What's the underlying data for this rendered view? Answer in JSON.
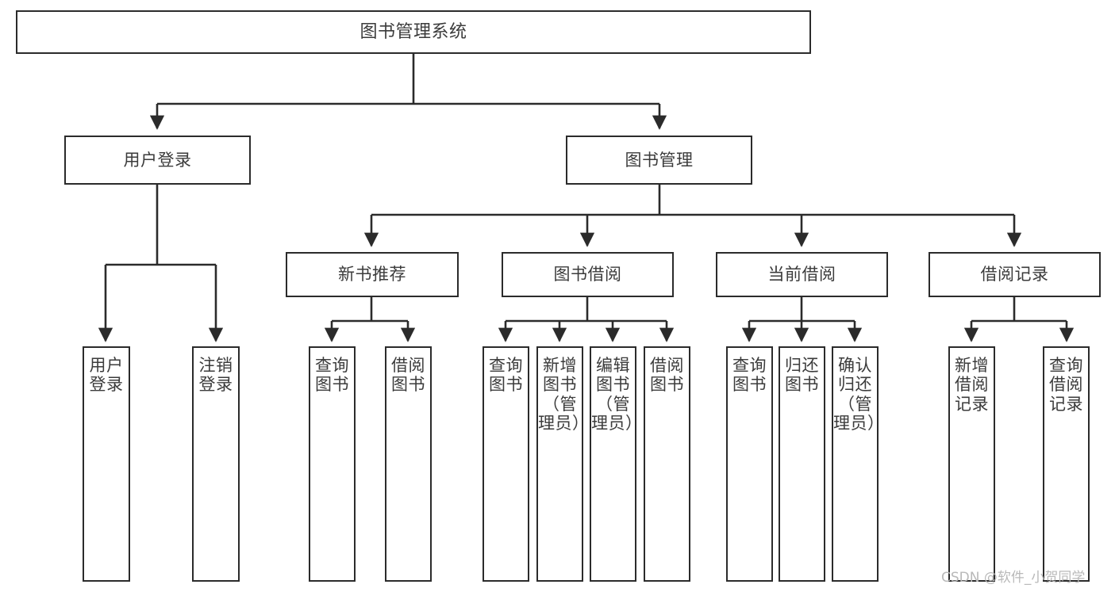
{
  "diagram": {
    "type": "tree-hierarchy",
    "title": "图书管理系统",
    "orientation": "top-down",
    "colors": {
      "background": "#ffffff",
      "node_border": "#2b2b2b",
      "node_fill": "#ffffff",
      "text": "#3b3b3b",
      "edge": "#2b2b2b",
      "watermark": "#b9b9b9"
    }
  },
  "root": {
    "label": "图书管理系统"
  },
  "tier1": [
    {
      "label": "用户登录"
    },
    {
      "label": "图书管理"
    }
  ],
  "tier2": [
    {
      "label": "新书推荐"
    },
    {
      "label": "图书借阅"
    },
    {
      "label": "当前借阅"
    },
    {
      "label": "借阅记录"
    }
  ],
  "leaves": {
    "user_login": [
      {
        "label": "用户登录"
      },
      {
        "label": "注销登录"
      }
    ],
    "new_book_recommend": [
      {
        "label": "查询图书"
      },
      {
        "label": "借阅图书"
      }
    ],
    "book_borrow": [
      {
        "label": "查询图书"
      },
      {
        "label": "新增图书（管理员）"
      },
      {
        "label": "编辑图书（管理员）"
      },
      {
        "label": "借阅图书"
      }
    ],
    "current_borrow": [
      {
        "label": "查询图书"
      },
      {
        "label": "归还图书"
      },
      {
        "label": "确认归还（管理员）"
      }
    ],
    "borrow_record": [
      {
        "label": "新增借阅记录"
      },
      {
        "label": "查询借阅记录"
      }
    ]
  },
  "watermark": {
    "text": "CSDN @软件_小贺同学"
  }
}
